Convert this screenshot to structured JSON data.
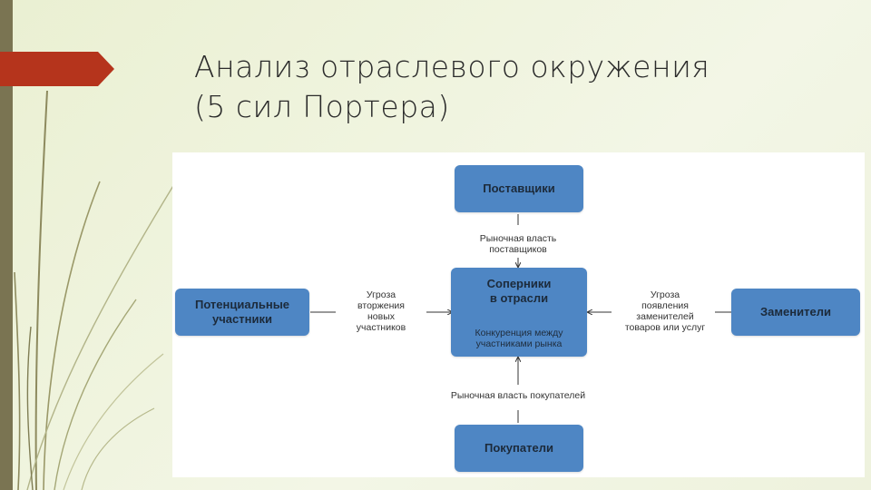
{
  "slide": {
    "title_line1": "Анализ отраслевого окружения",
    "title_line2": "(5 сил Портера)"
  },
  "diagram": {
    "suppliers": "Поставщики",
    "rivals_line1": "Соперники",
    "rivals_line2": "в отрасли",
    "rivals_sub_line1": "Конкуренция между",
    "rivals_sub_line2": "участниками рынка",
    "entrants_line1": "Потенциальные",
    "entrants_line2": "участники",
    "substitutes": "Заменители",
    "buyers": "Покупатели",
    "supplier_power_line1": "Рыночная власть",
    "supplier_power_line2": "поставщиков",
    "entry_threat_line1": "Угроза",
    "entry_threat_line2": "вторжения",
    "entry_threat_line3": "новых",
    "entry_threat_line4": "участников",
    "substitute_threat_line1": "Угроза",
    "substitute_threat_line2": "появления",
    "substitute_threat_line3": "заменителей",
    "substitute_threat_line4": "товаров или услуг",
    "buyer_power": "Рыночная власть покупателей"
  },
  "colors": {
    "box_fill": "#4e86c4",
    "accent_tab": "#b5341c",
    "left_bar": "#7a7452"
  }
}
